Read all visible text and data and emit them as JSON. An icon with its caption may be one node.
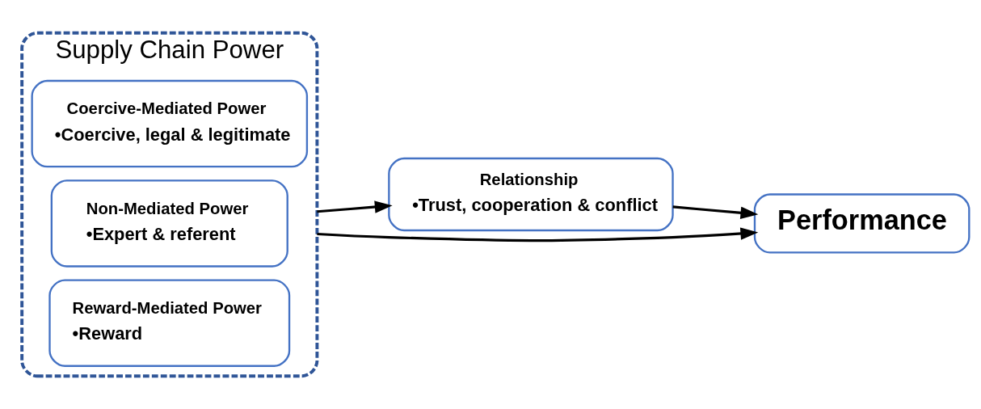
{
  "diagram": {
    "nodes": [
      {
        "text": [
          "Supply Chain Power"
        ]
      },
      {
        "text": [
          "Coercive-Mediated Power",
          "•Coercive, legal & legitimate"
        ],
        "in": 0
      },
      {
        "text": [
          "Non-Mediated Power",
          "•Expert & referent"
        ],
        "in": 0
      },
      {
        "text": [
          "Reward-Mediated Power",
          "•Reward"
        ],
        "in": 0
      },
      {
        "text": [
          "Relationship",
          "•Trust, cooperation & conflict"
        ]
      },
      {
        "text": [
          "Performance"
        ]
      }
    ],
    "edges": [
      {
        "from": 0,
        "to": 4,
        "arrow": "to"
      },
      {
        "from": 0,
        "to": 5,
        "arrow": "to"
      },
      {
        "from": 4,
        "to": 5,
        "arrow": "to"
      }
    ]
  }
}
